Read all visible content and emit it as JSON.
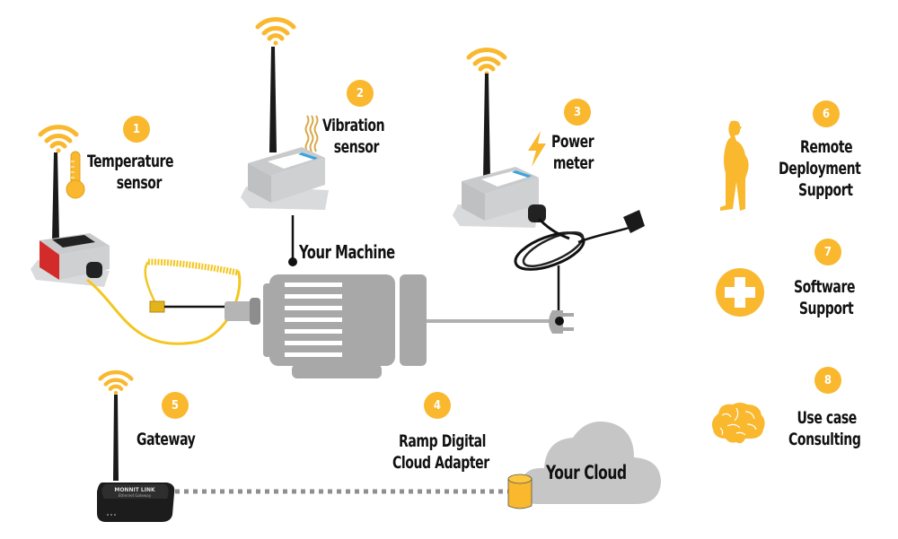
{
  "title": "Ramp Digital monitoring solution overview",
  "colors": {
    "accent": "#f9b82e",
    "machine_gray": "#a8a8a8",
    "cloud_gray": "#c6c6c6",
    "text": "#111111",
    "sensor_red": "#d32a2a",
    "sensor_blue": "#3aa3dd"
  },
  "steps": [
    {
      "number": "1",
      "label_lines": [
        "Temperature",
        "sensor"
      ],
      "icon": "thermometer-icon"
    },
    {
      "number": "2",
      "label_lines": [
        "Vibration",
        "sensor"
      ],
      "icon": "vibration-waves-icon"
    },
    {
      "number": "3",
      "label_lines": [
        "Power",
        "meter"
      ],
      "icon": "lightning-bolt-icon"
    },
    {
      "number": "4",
      "label_lines": [
        "Ramp Digital",
        "Cloud Adapter"
      ],
      "icon": "database-cylinder-icon"
    },
    {
      "number": "5",
      "label_lines": [
        "Gateway"
      ],
      "icon": "gateway-device"
    },
    {
      "number": "6",
      "label_lines": [
        "Remote",
        "Deployment",
        "Support"
      ],
      "icon": "worker-silhouette-icon"
    },
    {
      "number": "7",
      "label_lines": [
        "Software",
        "Support"
      ],
      "icon": "medical-cross-icon"
    },
    {
      "number": "8",
      "label_lines": [
        "Use case",
        "Consulting"
      ],
      "icon": "brain-icon"
    }
  ],
  "machine": {
    "label": "Your Machine"
  },
  "cloud": {
    "label": "Your Cloud"
  },
  "gateway_brand": "MONNIT LINK",
  "gateway_sub": "Ethernet Gateway"
}
